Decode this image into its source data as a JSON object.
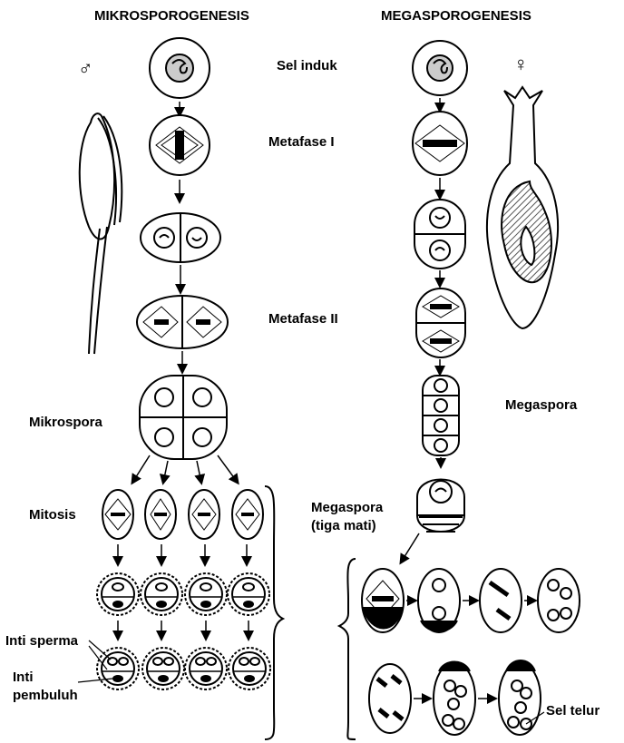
{
  "titles": {
    "left": "MIKROSPOROGENESIS",
    "right": "MEGASPOROGENESIS"
  },
  "symbols": {
    "male": "♂",
    "female": "♀"
  },
  "labels": {
    "sel_induk": "Sel induk",
    "metafase_1": "Metafase I",
    "metafase_2": "Metafase II",
    "mikrospora": "Mikrospora",
    "mitosis": "Mitosis",
    "megaspora": "Megaspora",
    "megaspora_mati_1": "Megaspora",
    "megaspora_mati_2": "(tiga mati)",
    "inti_sperma": "Inti sperma",
    "inti_pembuluh_1": "Inti",
    "inti_pembuluh_2": "pembuluh",
    "sel_telur": "Sel telur"
  },
  "colors": {
    "ink": "#000000",
    "paper": "#ffffff",
    "hatch": "#555555"
  }
}
